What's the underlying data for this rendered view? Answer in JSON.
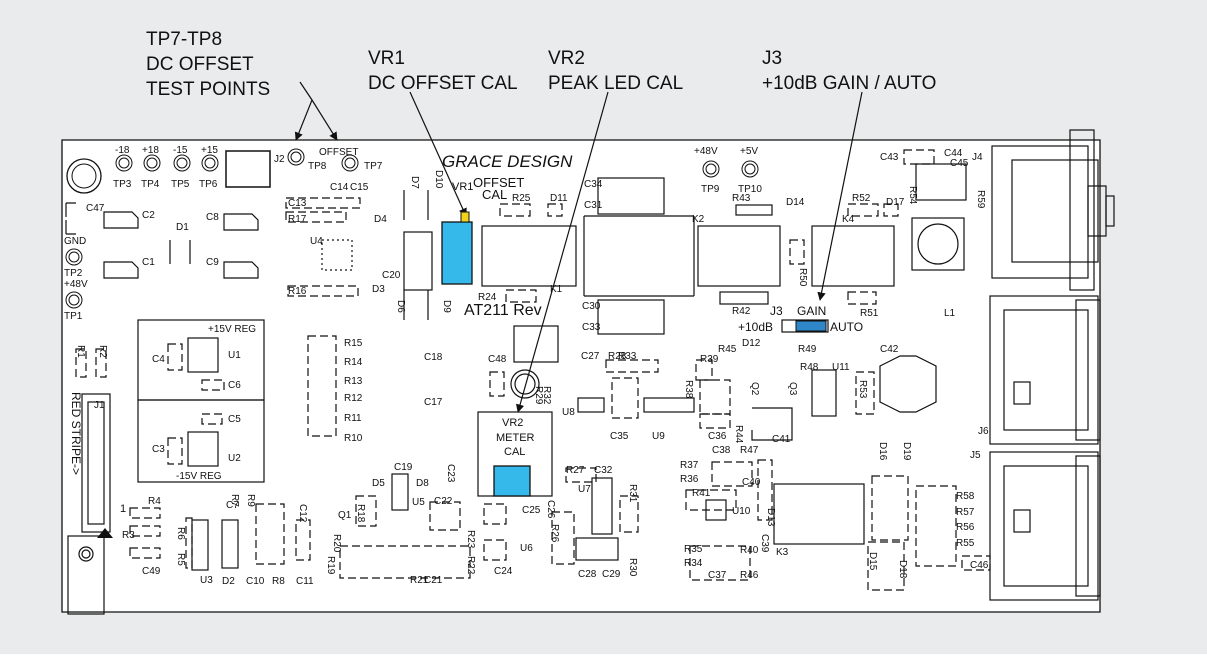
{
  "callouts": {
    "tp_title": [
      "TP7-TP8",
      "DC OFFSET",
      "TEST POINTS"
    ],
    "vr1_title": [
      "VR1",
      "DC OFFSET CAL"
    ],
    "vr2_title": [
      "VR2",
      "PEAK LED CAL"
    ],
    "j3_title": [
      "J3",
      "+10dB GAIN / AUTO"
    ]
  },
  "board": {
    "brand": "GRACE DESIGN",
    "model": "AT211 Rev",
    "offset_label": "OFFSET",
    "vr1_cal_labels": [
      "VR1",
      "OFFSET",
      "CAL"
    ],
    "vr2_meter_labels": [
      "VR2",
      "METER",
      "CAL"
    ],
    "j3_labels": [
      "J3",
      "GAIN"
    ],
    "j3_left": "+10dB",
    "j3_right": "AUTO",
    "reg_pos": "+15V REG",
    "reg_neg": "-15V REG",
    "red_stripe": "RED STRIPE->",
    "pin_one": "1",
    "inductor": "L1",
    "test_points_top": [
      {
        "top": "-18",
        "bottom": "TP3"
      },
      {
        "top": "+18",
        "bottom": "TP4"
      },
      {
        "top": "-15",
        "bottom": "TP5"
      },
      {
        "top": "+15",
        "bottom": "TP6"
      }
    ],
    "tp_offset": [
      "J2",
      "TP8",
      "TP7"
    ],
    "tp_power": [
      {
        "top": "+48V",
        "bottom": "TP9"
      },
      {
        "top": "+5V",
        "bottom": "TP10"
      }
    ],
    "tp_left": [
      {
        "top": "GND",
        "bottom": "TP2"
      },
      {
        "top": "+48V",
        "bottom": "TP1"
      }
    ],
    "connectors": [
      "J1",
      "J4",
      "J5",
      "J6"
    ],
    "chips": [
      "U1",
      "U2",
      "U3",
      "U4",
      "U5",
      "U6",
      "U7",
      "U8",
      "U9",
      "U10",
      "U11"
    ],
    "relays": [
      "K1",
      "K2",
      "K3",
      "K4"
    ],
    "diodes": [
      "D1",
      "D2",
      "D3",
      "D4",
      "D5",
      "D6",
      "D7",
      "D8",
      "D9",
      "D10",
      "D11",
      "D12",
      "D13",
      "D14",
      "D15",
      "D16",
      "D17",
      "D18",
      "D19"
    ],
    "transistors": [
      "Q1",
      "Q2",
      "Q3"
    ],
    "capacitors": [
      "C1",
      "C2",
      "C3",
      "C4",
      "C5",
      "C6",
      "C7",
      "C8",
      "C9",
      "C10",
      "C11",
      "C12",
      "C13",
      "C14",
      "C15",
      "C17",
      "C18",
      "C19",
      "C20",
      "C21",
      "C22",
      "C23",
      "C24",
      "C25",
      "C26",
      "C27",
      "C28",
      "C29",
      "C30",
      "C31",
      "C32",
      "C33",
      "C34",
      "C35",
      "C36",
      "C37",
      "C38",
      "C39",
      "C40",
      "C41",
      "C42",
      "C43",
      "C44",
      "C45",
      "C46",
      "C47",
      "C48",
      "C49"
    ],
    "resistors": [
      "R1",
      "R2",
      "R3",
      "R4",
      "R5",
      "R6",
      "R7",
      "R8",
      "R9",
      "R10",
      "R11",
      "R12",
      "R13",
      "R14",
      "R15",
      "R16",
      "R17",
      "R18",
      "R19",
      "R20",
      "R21",
      "R22",
      "R23",
      "R24",
      "R25",
      "R26",
      "R27",
      "R28",
      "R29",
      "R30",
      "R31",
      "R32",
      "R33",
      "R34",
      "R35",
      "R36",
      "R37",
      "R38",
      "R39",
      "R40",
      "R41",
      "R42",
      "R43",
      "R44",
      "R45",
      "R46",
      "R47",
      "R48",
      "R49",
      "R50",
      "R51",
      "R52",
      "R53",
      "R54",
      "R55",
      "R56",
      "R57",
      "R58",
      "R59"
    ]
  },
  "colors": {
    "background": "#e9ebed",
    "board": "#ffffff",
    "ink": "#111111",
    "trimmer": "#35b9ea",
    "jumper": "#2f86c9",
    "vr1_dot": "#f2d21b"
  }
}
